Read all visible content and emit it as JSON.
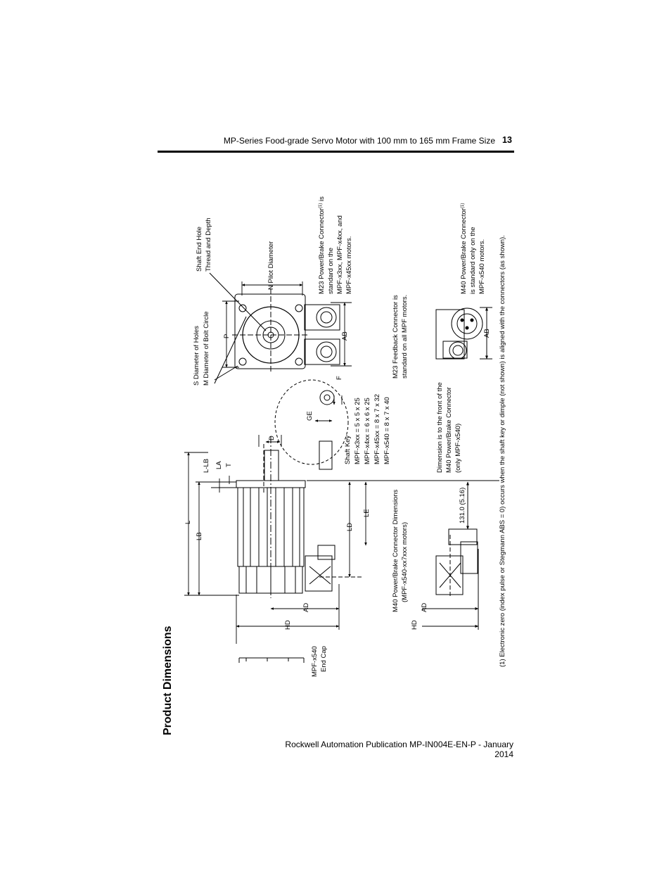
{
  "header": {
    "title": "MP-Series Food-grade Servo Motor with 100 mm to 165 mm Frame Size",
    "page_number": "13"
  },
  "section_title": "Product Dimensions",
  "labels": {
    "shaft_end_hole_1": "Shaft End Hole",
    "shaft_end_hole_2": "Thread and Depth",
    "pilot_diameter": "N  Pilot Diameter",
    "m23_power_1": "M23 Power/Brake Connector",
    "m23_power_sup": "(1)",
    "m23_power_is": " is",
    "m23_power_2": "standard on the",
    "m23_power_3": "MPF-x3xx, MPF-x4xx,  and",
    "m23_power_4": "MPF-x45xx motors.",
    "holes_s": "S   Diameter of Holes",
    "holes_m": "M   Diameter of Bolt Circle",
    "dim_p": "P",
    "dim_ab": "AB",
    "m23_feedback_1": "M23 Feedback Connector is",
    "m23_feedback_2": "standard on all MPF motors.",
    "m40_std_1": "M40 Power/Brake Connector",
    "m40_std_sup": "(1)",
    "m40_std_2": "is standard only on the",
    "m40_std_3": "MPF-x540 motors.",
    "dim_ab2": "AB",
    "dim_l": "L",
    "dim_lb": "LB",
    "dim_llb": "L-LB",
    "dim_la": "LA",
    "dim_t": "T",
    "dim_d": "D",
    "dim_ge": "GE",
    "dim_f": "F",
    "shaft_key_title": "Shaft Key",
    "shaft_key_1": "MPF-x3xx = 5 x 5 x 25",
    "shaft_key_2": "MPF-x4xx = 6 x 6 x 25",
    "shaft_key_3": "MPF-x45xx = 8 x 7 x 32",
    "shaft_key_4": "MPF-x540 = 8 x 7 x 40",
    "dim_ld": "LD",
    "dim_le": "LE",
    "m40_dims_1": "M40 Power/Brake Connector Dimensions",
    "m40_dims_2": "(MPF-x540-xx7xxx motors)",
    "dim_front_1": "Dimension is to the front of the",
    "dim_front_2": "M40 Power/Brake Connector",
    "dim_front_3": "(only MPF-x540)",
    "dim_131": "131.0 (5.16)",
    "dim_ad": "AD",
    "dim_hd": "HD",
    "dim_ad2": "AD",
    "dim_hd2": "HD",
    "end_cap_1": "MPF-x540",
    "end_cap_2": "End Cap",
    "footnote": "(1) Electronic zero (index pulse or Stegmann ABS = 0) occurs when the shaft key or dimple (not shown) is aligned with the connectors (as shown)."
  },
  "footer": {
    "text": "Rockwell Automation Publication MP-IN004E-EN-P - January 2014"
  }
}
